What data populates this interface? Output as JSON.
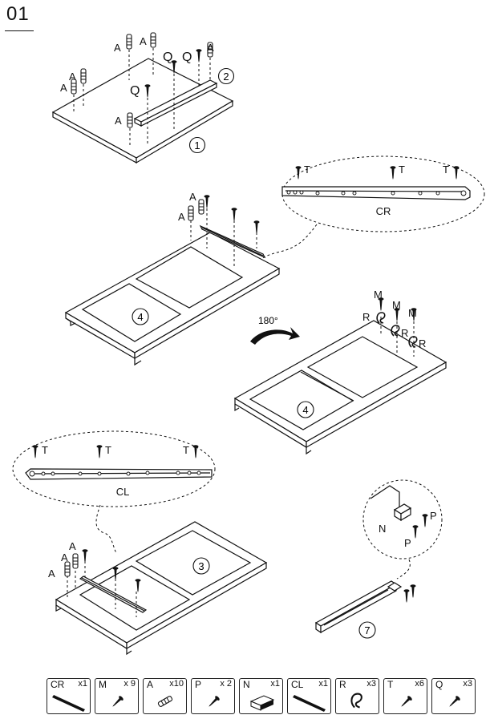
{
  "step": {
    "number": "01"
  },
  "callouts": {
    "part_1": "1",
    "part_2": "2",
    "part_3": "3",
    "part_4": "4",
    "part_7": "7",
    "rotation": "180°",
    "rail_right": "CR",
    "rail_left": "CL"
  },
  "fastener_labels": {
    "A": "A",
    "Q": "Q",
    "T": "T",
    "M": "M",
    "R": "R",
    "N": "N",
    "P": "P"
  },
  "parts_list": [
    {
      "code": "CR",
      "qty": "x1",
      "icon": "rail-icon"
    },
    {
      "code": "M",
      "qty": "x 9",
      "icon": "screw-icon"
    },
    {
      "code": "A",
      "qty": "x10",
      "icon": "dowel-icon"
    },
    {
      "code": "P",
      "qty": "x 2",
      "icon": "screw-icon"
    },
    {
      "code": "N",
      "qty": "x1",
      "icon": "block-icon"
    },
    {
      "code": "CL",
      "qty": "x1",
      "icon": "rail-icon"
    },
    {
      "code": "R",
      "qty": "x3",
      "icon": "clip-icon"
    },
    {
      "code": "T",
      "qty": "x6",
      "icon": "screw-icon"
    },
    {
      "code": "Q",
      "qty": "x3",
      "icon": "screw-icon"
    }
  ]
}
